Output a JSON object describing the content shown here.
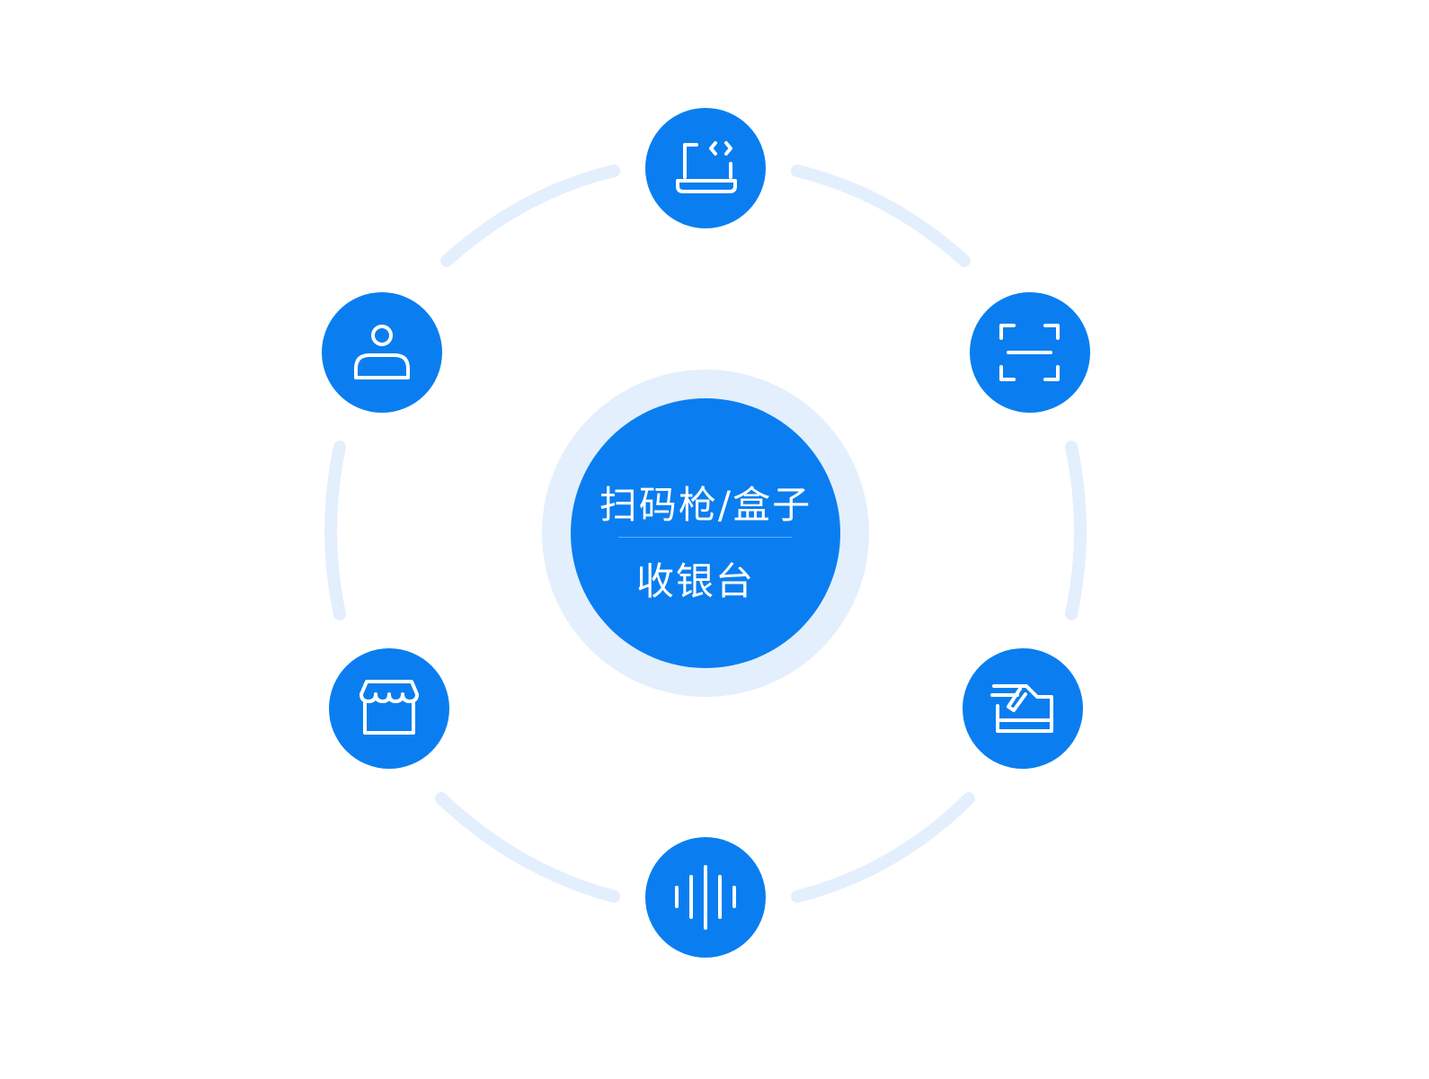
{
  "center": {
    "line1": "扫码枪/盒子",
    "line2": "收银台"
  },
  "nodes": [
    {
      "id": "top",
      "icon": "laptop-code-icon"
    },
    {
      "id": "upper-right",
      "icon": "scan-frame-icon"
    },
    {
      "id": "lower-right",
      "icon": "printer-sign-icon"
    },
    {
      "id": "bottom",
      "icon": "sound-wave-icon"
    },
    {
      "id": "lower-left",
      "icon": "storefront-icon"
    },
    {
      "id": "upper-left",
      "icon": "user-icon"
    }
  ],
  "colors": {
    "node_fill": "#0a7ef0",
    "ring": "#e3effc",
    "icon": "#ffffff"
  }
}
